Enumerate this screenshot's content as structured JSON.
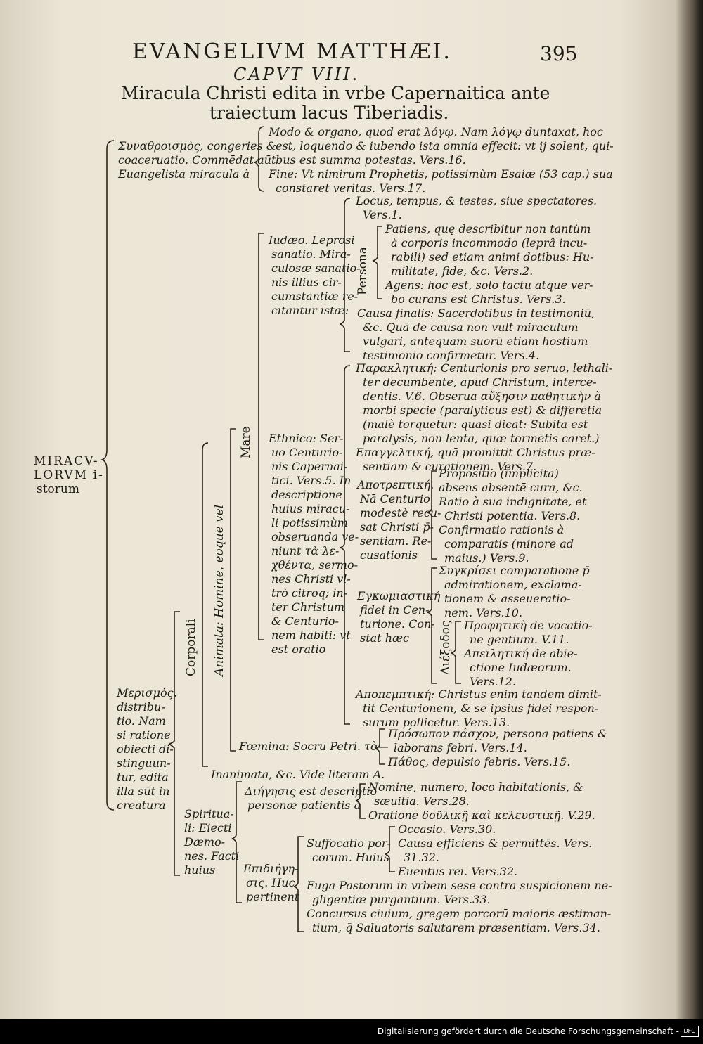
{
  "header": {
    "running_title": "EVANGELIVM MATTHÆI.",
    "page_number": "395",
    "chapter": "CAPVT VIII.",
    "title_line1": "Miracula Christi edita in vrbe Capernaitica ante",
    "title_line2": "traiectum lacus Tiberiadis."
  },
  "root": {
    "line1": "MIRACV-",
    "line2": "LORVM i-",
    "line3": "storum"
  },
  "branch_a": {
    "left_text": [
      "Συναθροισμὸς, congeries &",
      "coaceruatio. Commēdat aūt",
      "Euangelista miracula à"
    ],
    "modo": [
      "Modo & organo, quod erat λόγῳ. Nam λόγῳ duntaxat, hoc",
      "est, loquendo & iubendo ista omnia effecit: vt ij solent, qui-",
      "bus est summa potestas. Vers.16."
    ],
    "fine": [
      "Fine: Vt nimirum Prophetis, potissimùm Esaiæ (53 cap.) sua",
      "constaret veritas. Vers.17."
    ]
  },
  "branch_b": {
    "left_text": [
      "Μερισμὸς,",
      "distribu-",
      "tio. Nam",
      "si ratione",
      "obiecti di-",
      "stinguun-",
      "tur, edita",
      "illa sūt in",
      "creatura"
    ],
    "corporali": "Corporali",
    "animata": "Animata: Homine, eoque vel",
    "mare": "Mare",
    "iudaeo": {
      "label": [
        "Iudæo. Leprosi",
        "sanatio. Mira-",
        "culosæ sanatio-",
        "nis illius cir-",
        "cumstantiæ re-",
        "citantur istæ:"
      ],
      "locus": [
        "Locus, tempus, & testes, siue spectatores.",
        "Vers.1."
      ],
      "persona": "Persona",
      "patiens": [
        "Patiens, quę describitur non tantùm",
        "à corporis incommodo (leprâ incu-",
        "rabili) sed etiam animi dotibus: Hu-",
        "militate, fide, &c. Vers.2."
      ],
      "agens": [
        "Agens: hoc est, solo tactu atque ver-",
        "bo curans est Christus. Vers.3."
      ],
      "causa": [
        "Causa finalis: Sacerdotibus in testimoniū,",
        "&c. Quā de causa non vult miraculum",
        "vulgari, antequam suorū etiam hostium",
        "testimonio confirmetur. Vers.4."
      ]
    },
    "ethnico": {
      "label": [
        "Ethnico: Ser-",
        "uo Centurio-",
        "nis Capernai-",
        "tici. Vers.5. In",
        "descriptione",
        "huius miracu-",
        "li potissimùm",
        "obseruanda ve-",
        "niunt τὰ λε-",
        "χθέντα, sermo-",
        "nes Christi vl-",
        "trò citroq; in-",
        "ter Christum",
        "& Centurio-",
        "nem habiti: vt",
        "est oratio"
      ],
      "paraklitike": [
        "Παρακλητική: Centurionis pro seruo, lethali-",
        "ter decumbente, apud Christum, interce-",
        "dentis. V.6. Obserua αὔξησιν παθητικὴν à",
        "morbi specie (paralyticus est) & differētia",
        "(malè torquetur: quasi dicat: Subita est",
        "paralysis, non lenta, quæ tormētis caret.)"
      ],
      "epangeltike": [
        "Επαγγελτική, quā promittit Christus præ-",
        "sentiam & curationem. Vers.7."
      ],
      "apoprepotike": [
        "Αποτρεπτική.",
        "Nā Centurio",
        "modestè recu-",
        "sat Christi p̄-",
        "sentiam. Re-",
        "cusationis"
      ],
      "propositio": [
        "Propositio (implicita)",
        "absens absentē cura, &c."
      ],
      "ratio": [
        "Ratio à sua indignitate, et",
        "Christi potentia. Vers.8."
      ],
      "confirmatio": [
        "Confirmatio rationis à",
        "comparatis (minore ad",
        "maius.) Vers.9."
      ],
      "enkomiastike": [
        "Εγκωμιαστική",
        "fidei in Cen-",
        "turione. Con-",
        "stat hæc"
      ],
      "synkrisis": [
        "Συγκρίσει comparatione p̄",
        "admirationem, exclama-",
        "tionem & asseueratio-",
        "nem. Vers.10."
      ],
      "diexodos": "Διέξοδος",
      "prophetike": [
        "Προφητικὴ de vocatio-",
        "ne gentium. V.11."
      ],
      "apeilitike": [
        "Απειλητική de abie-",
        "ctione Iudæorum.",
        "Vers.12."
      ],
      "apopemptike": [
        "Αποπεμπτική: Christus enim tandem dimit-",
        "tit Centurionem, & se ipsius fidei respon-",
        "surum pollicetur. Vers.13."
      ]
    },
    "foemina": {
      "label": "Fœmina: Socru Petri. τὸ—",
      "prosopon": [
        "Πρόσωπον πάσχον, persona patiens &",
        "laborans febri. Vers.14."
      ],
      "pathos": [
        "Πάθος, depulsio febris. Vers.15."
      ]
    },
    "inanimata": "Inanimata, &c. Vide literam A.",
    "spiritu": {
      "label": [
        "Spiritua-",
        "li: Eiecti",
        "Dæmo-",
        "nes. Facti",
        "huius"
      ],
      "diegesis": [
        "Διήγησις est descriptio",
        "personæ patientis à"
      ],
      "nomine": [
        "Nomine, numero, loco habitationis, &",
        "sæuitia. Vers.28."
      ],
      "oratione": [
        "Oratione δοῦλικῇ καὶ κελευστικῇ. V.29."
      ],
      "epidiegesis": [
        "Επιδιήγη-",
        "σις. Huc",
        "pertinent"
      ],
      "suffocatio": [
        "Suffocatio por-",
        "corum. Huius"
      ],
      "occasio": [
        "Occasio. Vers.30."
      ],
      "causa_efficiens": [
        "Causa efficiens & permittēs. Vers.",
        "31.32."
      ],
      "euentus": [
        "Euentus rei. Vers.32."
      ],
      "fuga": [
        "Fuga Pastorum in vrbem sese contra suspicionem ne-",
        "gligentiæ purgantium. Vers.33."
      ],
      "concursus": [
        "Concursus ciuium, gregem porcorū maioris æstiman-",
        "tium, q̄ Saluatoris salutarem præsentiam. Vers.34."
      ]
    }
  },
  "footer": {
    "text": "Digitalisierung gefördert durch die Deutsche Forschungsgemeinschaft -",
    "badge": "DFG"
  }
}
